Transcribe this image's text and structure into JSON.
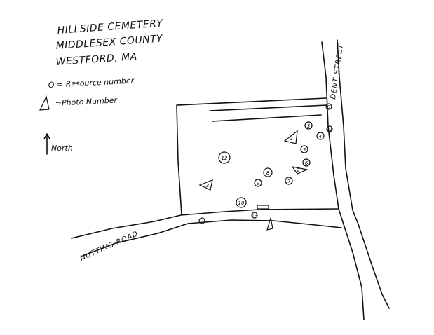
{
  "title": {
    "line1": "HILLSIDE CEMETERY",
    "line2": "MIDDLESEX COUNTY",
    "line3": "WESTFORD, MA"
  },
  "legend": {
    "resource_label": "O = Resource number",
    "photo_label": "=Photo Number"
  },
  "north_label": "North",
  "roads": {
    "east_road": "DENT STREET",
    "south_road": "NUTTING ROAD"
  },
  "resources": [
    "3",
    "4",
    "5",
    "6",
    "7",
    "8",
    "9",
    "9",
    "10",
    "11",
    "12",
    "13"
  ],
  "photos": [
    "1",
    "2",
    "3"
  ]
}
